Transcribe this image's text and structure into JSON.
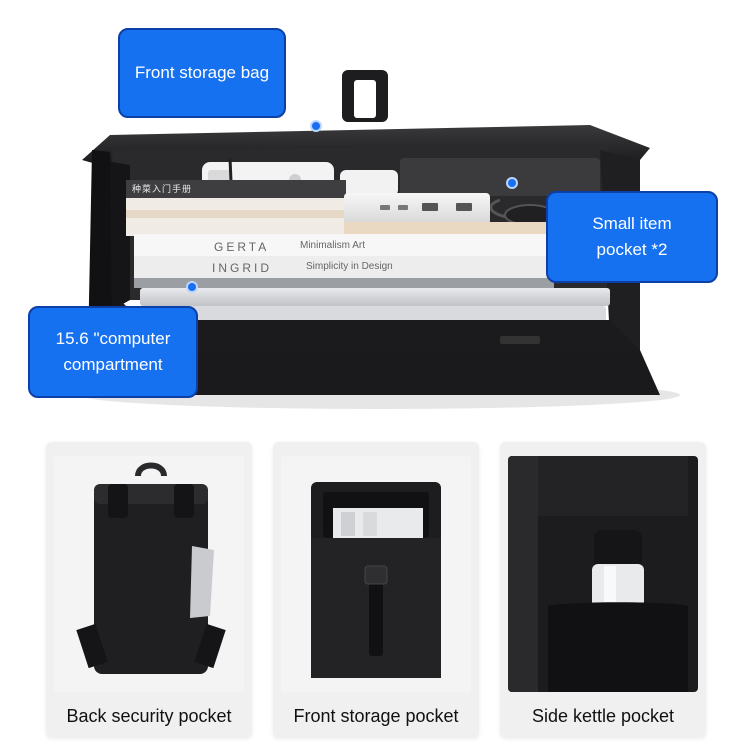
{
  "hero": {
    "callouts": {
      "front_storage_bag": "Front storage bag",
      "small_item_pocket_line1": "Small item",
      "small_item_pocket_line2": "pocket *2",
      "computer_compartment_line1": "15.6 \"computer",
      "computer_compartment_line2": "compartment"
    },
    "book_labels": {
      "top_book": "种菜入门手册",
      "gerta": "GERTA",
      "minimalism": "Minimalism Art",
      "ingrid": "INGRID",
      "simplicity": "Simplicity in Design"
    }
  },
  "cards": [
    {
      "label": "Back security pocket"
    },
    {
      "label": "Front storage pocket"
    },
    {
      "label": "Side kettle pocket"
    }
  ],
  "colors": {
    "callout_bg": "#1671f0",
    "callout_border": "#0c3fa8",
    "bag_black": "#1c1c1e"
  }
}
